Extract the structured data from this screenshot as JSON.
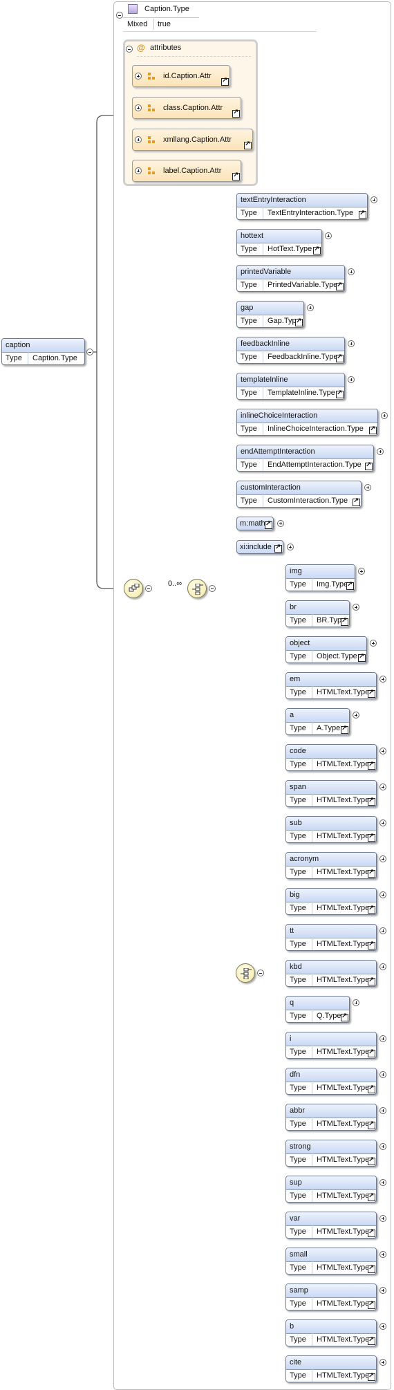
{
  "root": {
    "name": "caption",
    "type_label": "Type",
    "type_value": "Caption.Type"
  },
  "complex_type": {
    "name": "Caption.Type",
    "mixed_label": "Mixed",
    "mixed_value": "true"
  },
  "attributes": {
    "label": "attributes",
    "items": [
      "id.Caption.Attr",
      "class.Caption.Attr",
      "xmllang.Caption.Attr",
      "label.Caption.Attr"
    ]
  },
  "choice_occurrence": "0..∞",
  "group1": [
    {
      "name": "textEntryInteraction",
      "type": "TextEntryInteraction.Type"
    },
    {
      "name": "hottext",
      "type": "HotText.Type"
    },
    {
      "name": "printedVariable",
      "type": "PrintedVariable.Type"
    },
    {
      "name": "gap",
      "type": "Gap.Type"
    },
    {
      "name": "feedbackInline",
      "type": "FeedbackInline.Type"
    },
    {
      "name": "templateInline",
      "type": "TemplateInline.Type"
    },
    {
      "name": "inlineChoiceInteraction",
      "type": "InlineChoiceInteraction.Type"
    },
    {
      "name": "endAttemptInteraction",
      "type": "EndAttemptInteraction.Type"
    },
    {
      "name": "customInteraction",
      "type": "CustomInteraction.Type"
    }
  ],
  "refs": [
    "m:math",
    "xi:include"
  ],
  "group2": [
    {
      "name": "img",
      "type": "Img.Type"
    },
    {
      "name": "br",
      "type": "BR.Type"
    },
    {
      "name": "object",
      "type": "Object.Type"
    },
    {
      "name": "em",
      "type": "HTMLText.Type"
    },
    {
      "name": "a",
      "type": "A.Type"
    },
    {
      "name": "code",
      "type": "HTMLText.Type"
    },
    {
      "name": "span",
      "type": "HTMLText.Type"
    },
    {
      "name": "sub",
      "type": "HTMLText.Type"
    },
    {
      "name": "acronym",
      "type": "HTMLText.Type"
    },
    {
      "name": "big",
      "type": "HTMLText.Type"
    },
    {
      "name": "tt",
      "type": "HTMLText.Type"
    },
    {
      "name": "kbd",
      "type": "HTMLText.Type"
    },
    {
      "name": "q",
      "type": "Q.Type"
    },
    {
      "name": "i",
      "type": "HTMLText.Type"
    },
    {
      "name": "dfn",
      "type": "HTMLText.Type"
    },
    {
      "name": "abbr",
      "type": "HTMLText.Type"
    },
    {
      "name": "strong",
      "type": "HTMLText.Type"
    },
    {
      "name": "sup",
      "type": "HTMLText.Type"
    },
    {
      "name": "var",
      "type": "HTMLText.Type"
    },
    {
      "name": "small",
      "type": "HTMLText.Type"
    },
    {
      "name": "samp",
      "type": "HTMLText.Type"
    },
    {
      "name": "b",
      "type": "HTMLText.Type"
    },
    {
      "name": "cite",
      "type": "HTMLText.Type"
    }
  ]
}
